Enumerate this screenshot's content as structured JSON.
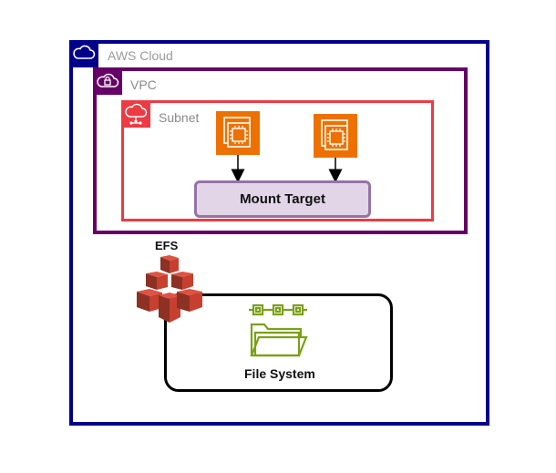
{
  "groups": {
    "cloud": {
      "label": "AWS Cloud",
      "color": "#00008b"
    },
    "vpc": {
      "label": "VPC",
      "color": "#660066"
    },
    "subnet": {
      "label": "Subnet",
      "color": "#ee3a43"
    }
  },
  "nodes": {
    "ec2_a": {
      "icon": "ec2-instance-icon"
    },
    "ec2_b": {
      "icon": "ec2-instance-icon"
    },
    "mount_target": {
      "label": "Mount Target"
    },
    "efs": {
      "label": "EFS",
      "icon": "efs-icon"
    },
    "file_system": {
      "label": "File System",
      "icon": "file-system-icon"
    }
  },
  "edges": [
    {
      "from": "ec2_a",
      "to": "mount_target"
    },
    {
      "from": "ec2_b",
      "to": "mount_target"
    }
  ]
}
